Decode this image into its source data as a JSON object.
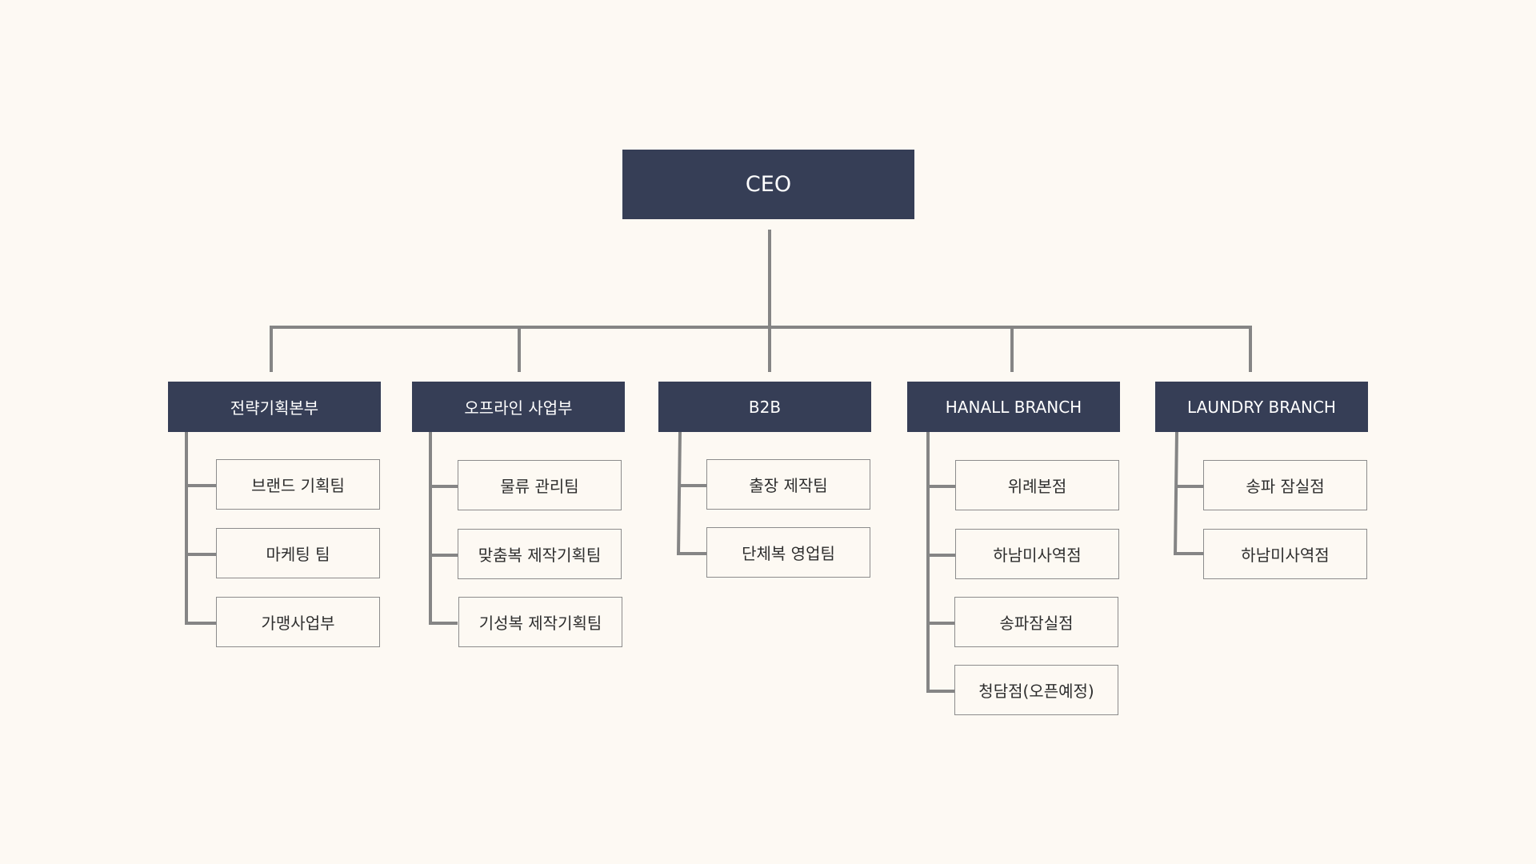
{
  "chart": {
    "root": {
      "label": "CEO"
    },
    "departments": [
      {
        "label": "전략기획본부",
        "teams": [
          "브랜드 기획팀",
          "마케팅 팀",
          "가맹사업부"
        ]
      },
      {
        "label": "오프라인 사업부",
        "teams": [
          "물류 관리팀",
          "맞춤복 제작기획팀",
          "기성복 제작기획팀"
        ]
      },
      {
        "label": "B2B",
        "teams": [
          "출장 제작팀",
          "단체복 영업팀"
        ]
      },
      {
        "label": "HANALL BRANCH",
        "teams": [
          "위례본점",
          "하남미사역점",
          "송파잠실점",
          "청담점(오픈예정)"
        ]
      },
      {
        "label": "LAUNDRY BRANCH",
        "teams": [
          "송파 잠실점",
          "하남미사역점"
        ]
      }
    ]
  },
  "colors": {
    "background": "#fdf9f3",
    "header_fill": "#363e56",
    "header_text": "#ffffff",
    "connector": "#858585",
    "team_border": "#8c8c8c",
    "team_text": "#2d2d2d"
  }
}
